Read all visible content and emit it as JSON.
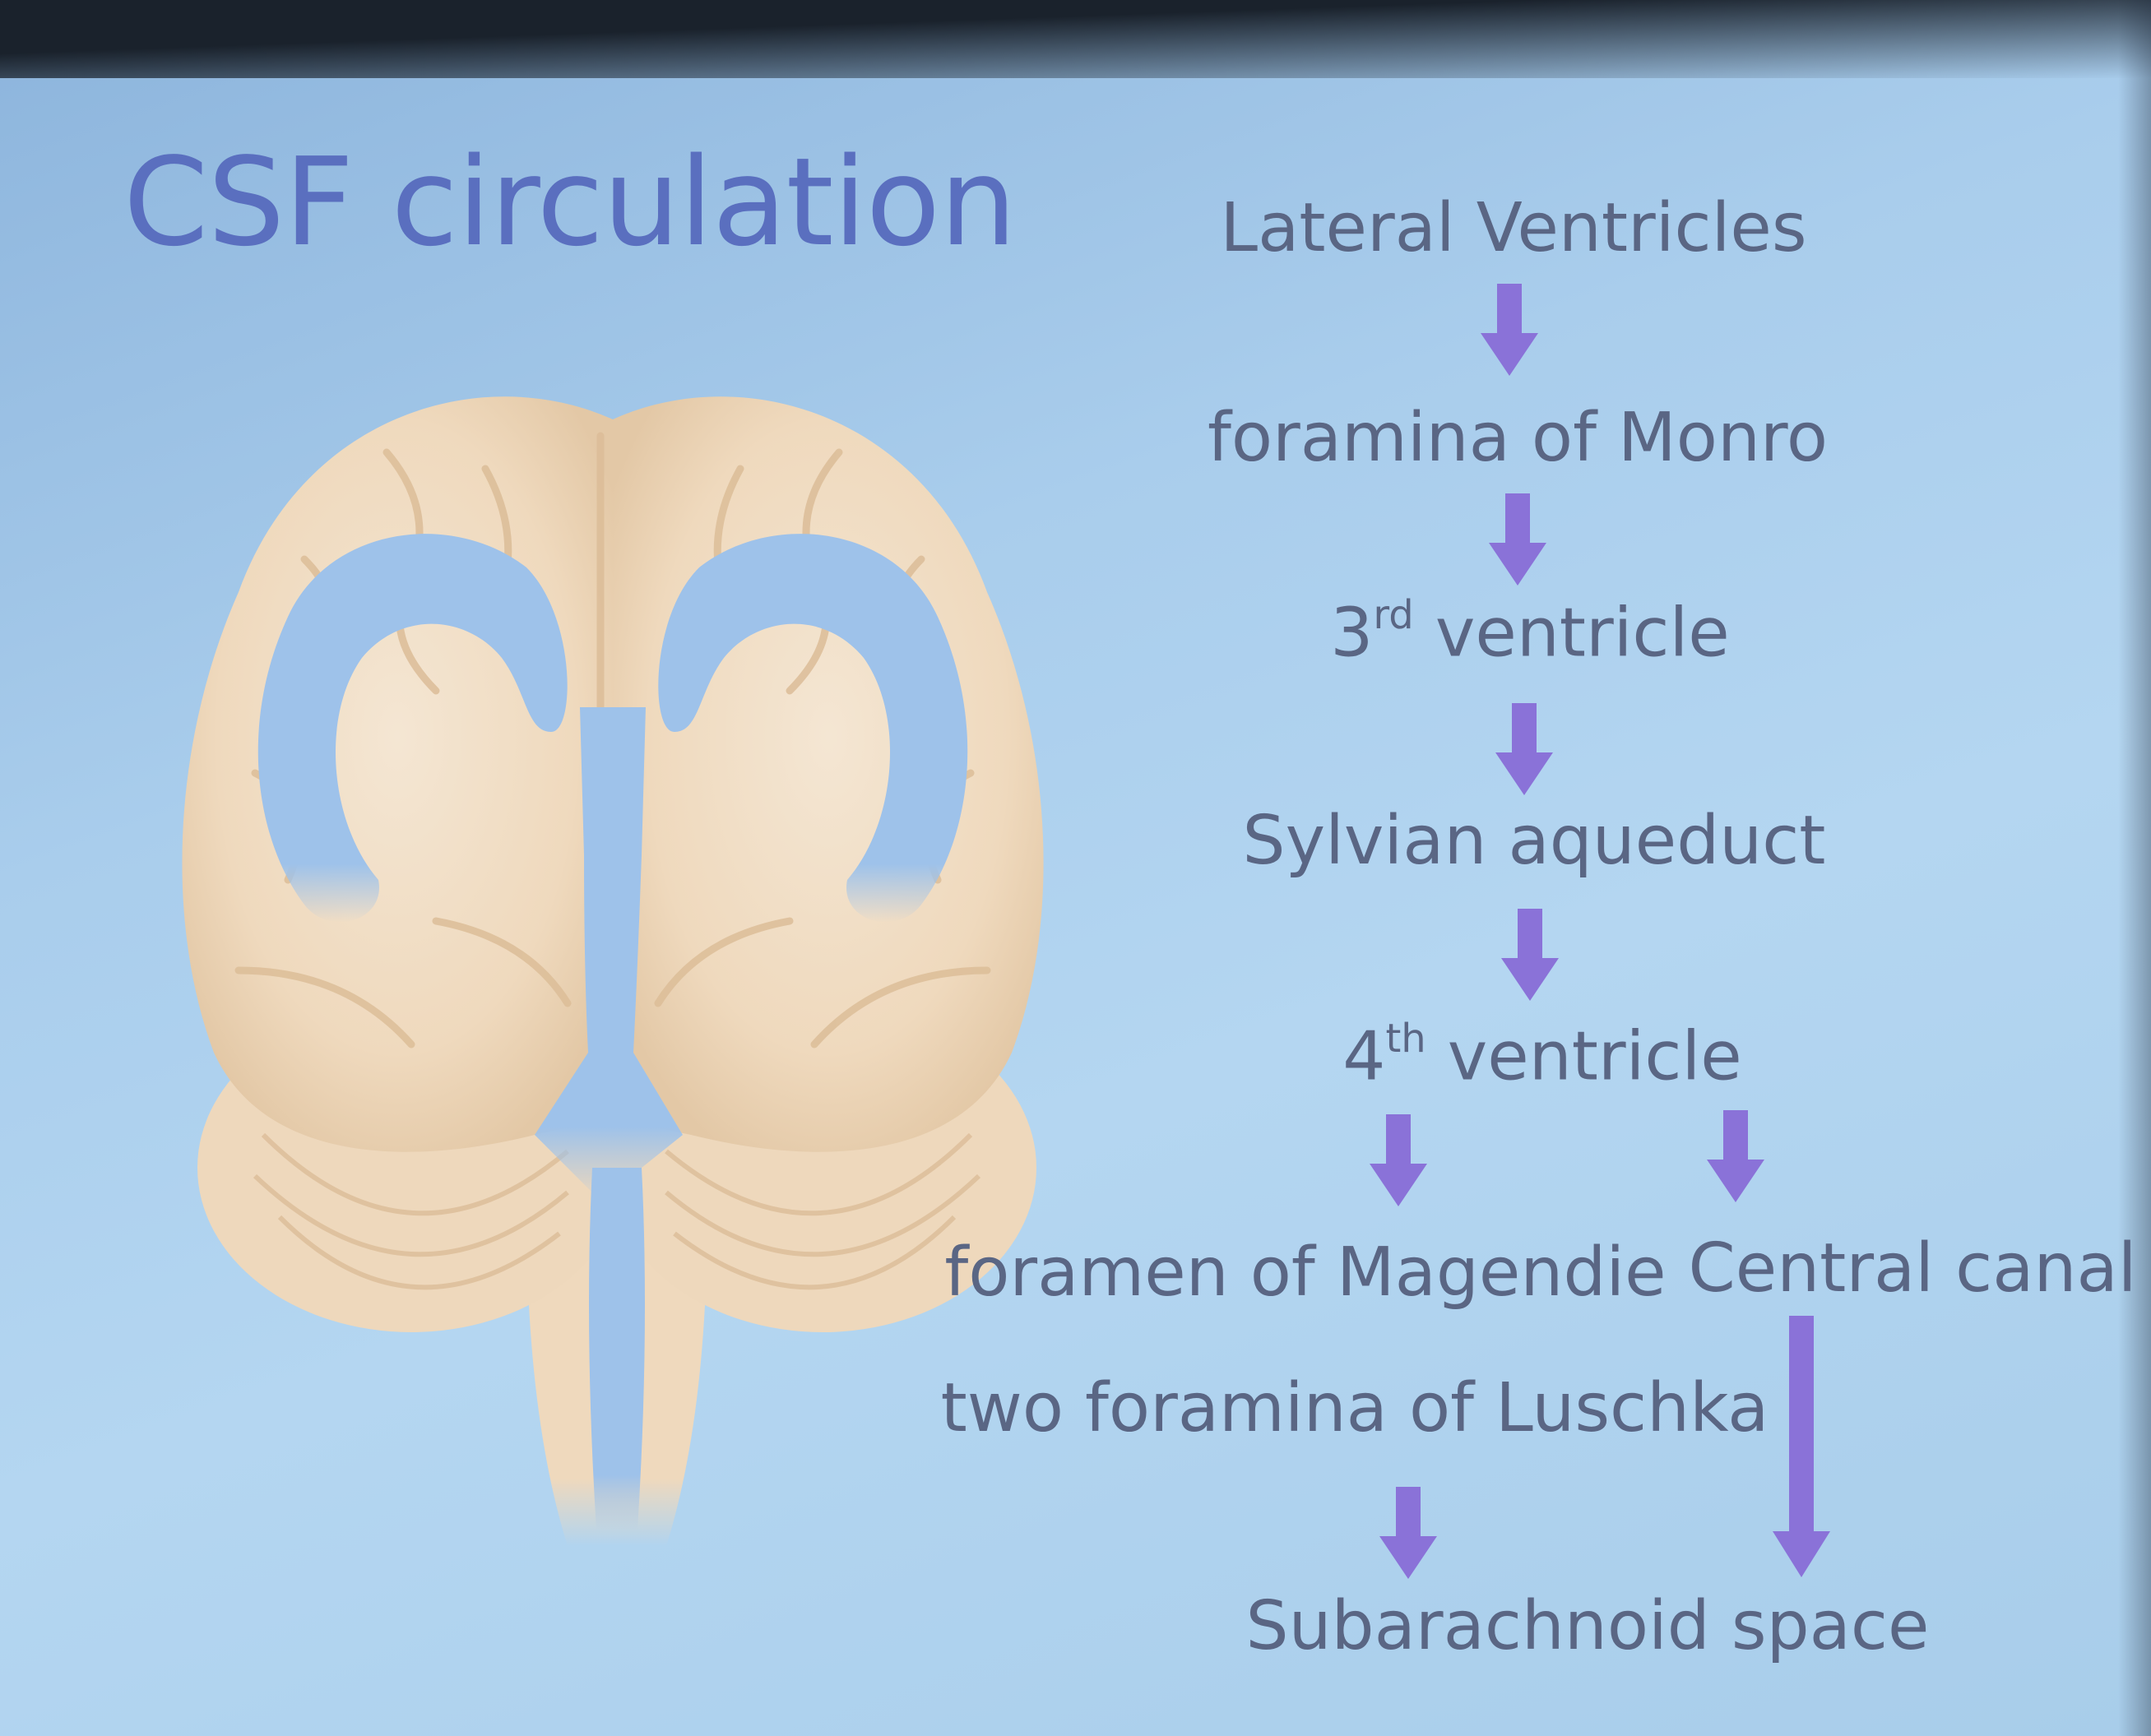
{
  "slide": {
    "title": "CSF circulation"
  },
  "flow": {
    "lateral_ventricles": "Lateral Ventricles",
    "foramina_monro": "foramina of Monro",
    "third_num": "3",
    "third_sup": "rd",
    "third_rest": " ventricle",
    "sylvian": "Sylvian aqueduct",
    "fourth_num": "4",
    "fourth_sup": "th",
    "fourth_rest": " ventricle",
    "magendie": "foramen of Magendie",
    "central_canal": "Central canal",
    "luschka": "two foramina of Luschka",
    "subarachnoid": "Subarachnoid space"
  },
  "colors": {
    "title": "#5a6fbf",
    "labels": "#5a6684",
    "arrows": "#8a72d8",
    "ventricles": "#9ec2ea",
    "brain": "#f0dcc2"
  },
  "icons": {
    "illustration": "brain-ventricles-illustration",
    "arrow": "down-arrow-icon"
  }
}
